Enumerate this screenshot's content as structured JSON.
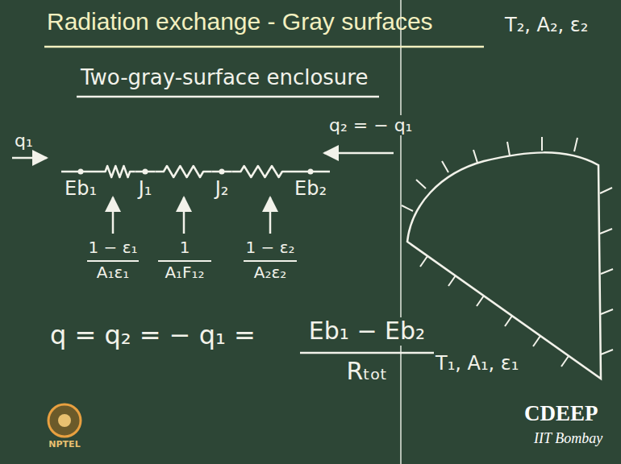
{
  "diagram": {
    "title": "Radiation exchange - Gray surfaces",
    "nodes": [
      {
        "text": [
          "Eb₁"
        ]
      },
      {
        "text": [
          "J₁"
        ]
      },
      {
        "text": [
          "J₂"
        ]
      },
      {
        "text": [
          "Eb₂"
        ]
      }
    ],
    "edges": [
      {
        "from": 0,
        "to": 1,
        "arrow": "none"
      },
      {
        "from": 1,
        "to": 2,
        "arrow": "none"
      },
      {
        "from": 2,
        "to": 3,
        "arrow": "none"
      }
    ],
    "labels": [
      "Two-gray-surface enclosure",
      "q₁",
      "q₂ = − q₁",
      "1 − ε₁",
      "A₁ε₁",
      "1",
      "A₁F₁₂",
      "1 − ε₂",
      "A₂ε₂",
      "q = q₂ = − q₁ =",
      "Eb₁ − Eb₂",
      "Rₜₒₜ",
      "T₂, A₂, ε₂",
      "T₁, A₁, ε₁",
      "CDEEP",
      "IIT Bombay",
      "NPTEL"
    ]
  }
}
